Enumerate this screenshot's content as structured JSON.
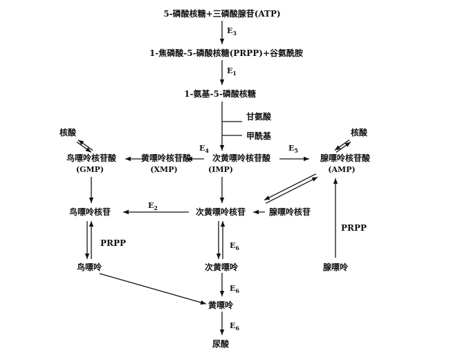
{
  "diagram": {
    "nodes": {
      "r5p_atp": "5-磷酸核糖+三磷酸腺苷(ATP)",
      "prpp_gln": "1-焦磷酸-5-磷酸核糖(PRPP)+谷氨酰胺",
      "pra": "1-氨基-5-磷酸核糖",
      "gly": "甘氨酸",
      "formyl": "甲酰基",
      "nucleic_left": "核酸",
      "nucleic_right": "核酸",
      "gmp": "鸟嘌呤核苷酸",
      "gmp_abbr": "(GMP)",
      "xmp": "黄嘌呤核苷酸",
      "xmp_abbr": "(XMP)",
      "imp": "次黄嘌呤核苷酸",
      "imp_abbr": "(IMP)",
      "amp": "腺嘌呤核苷酸",
      "amp_abbr": "(AMP)",
      "guanosine": "鸟嘌呤核苷",
      "inosine": "次黄嘌呤核苷",
      "adenosine": "腺嘌呤核苷",
      "guanine": "鸟嘌呤",
      "hypoxanthine": "次黄嘌呤",
      "adenine": "腺嘌呤",
      "xanthine": "黄嘌呤",
      "uric_acid": "尿酸",
      "prpp_left": "PRPP",
      "prpp_right": "PRPP"
    },
    "enzymes": {
      "e3": {
        "base": "E",
        "sub": "3"
      },
      "e1": {
        "base": "E",
        "sub": "1"
      },
      "e4": {
        "base": "E",
        "sub": "4"
      },
      "e5": {
        "base": "E",
        "sub": "5"
      },
      "e2": {
        "base": "E",
        "sub": "2"
      },
      "e6a": {
        "base": "E",
        "sub": "6"
      },
      "e6b": {
        "base": "E",
        "sub": "6"
      },
      "e6c": {
        "base": "E",
        "sub": "6"
      }
    },
    "line_color": "#111111"
  }
}
